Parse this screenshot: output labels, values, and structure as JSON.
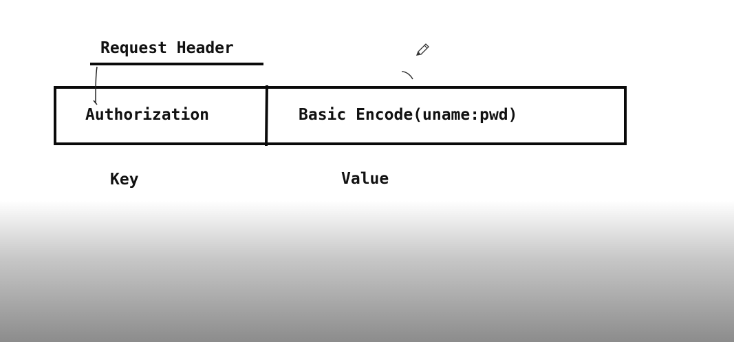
{
  "diagram": {
    "title": "Request Header",
    "cells": {
      "key_cell": "Authorization",
      "value_cell": "Basic Encode(uname:pwd)"
    },
    "captions": {
      "key": "Key",
      "value": "Value"
    },
    "icons": {
      "pen": "pencil-icon"
    },
    "colors": {
      "ink": "#111111",
      "background": "#ffffff"
    }
  }
}
